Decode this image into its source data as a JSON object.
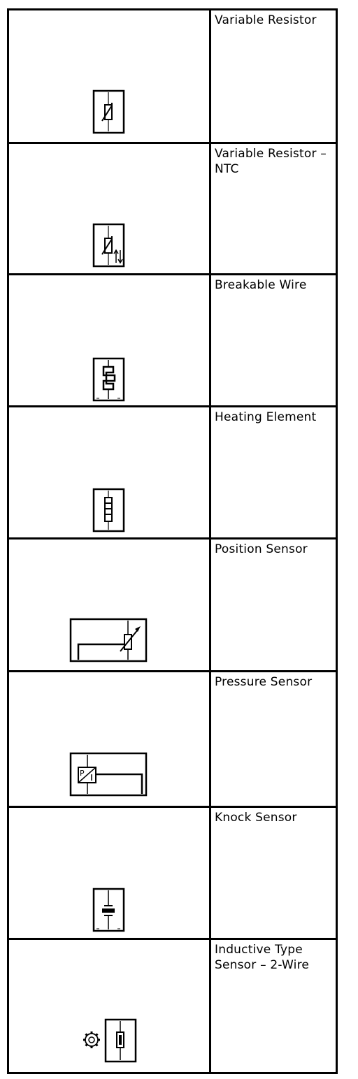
{
  "rows": [
    {
      "label": "Variable Resistor",
      "icon": "variable-resistor-icon"
    },
    {
      "label": "Variable Resistor – NTC",
      "icon": "variable-resistor-ntc-icon"
    },
    {
      "label": "Breakable Wire",
      "icon": "breakable-wire-icon"
    },
    {
      "label": "Heating Element",
      "icon": "heating-element-icon"
    },
    {
      "label": "Position Sensor",
      "icon": "position-sensor-icon"
    },
    {
      "label": "Pressure Sensor",
      "icon": "pressure-sensor-icon"
    },
    {
      "label": "Knock Sensor",
      "icon": "knock-sensor-icon"
    },
    {
      "label": "Inductive Type Sensor – 2-Wire",
      "icon": "inductive-sensor-icon"
    }
  ],
  "pressure_symbol_text": "P"
}
